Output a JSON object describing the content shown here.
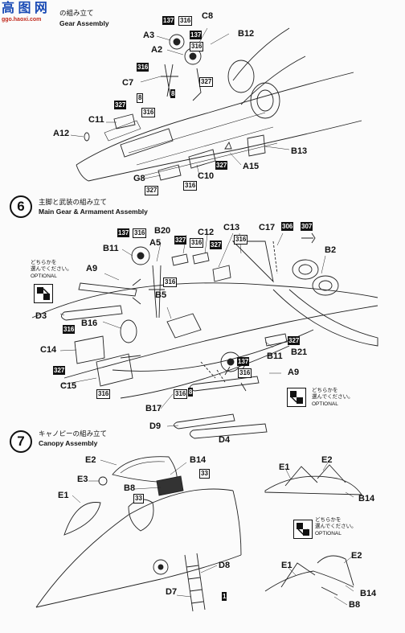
{
  "watermark": {
    "top": "高 图 网",
    "bottom": "ggo.haoxi.com"
  },
  "step5": {
    "title_jp": "の組み立て",
    "title_en": "Gear Assembly"
  },
  "step6": {
    "number": "6",
    "title_jp": "主脚と武装の組み立て",
    "title_en": "Main Gear & Armament Assembly"
  },
  "step7": {
    "number": "7",
    "title_jp": "キャノピーの組み立て",
    "title_en": "Canopy Assembly"
  },
  "option_text": {
    "jp1": "どちらかを",
    "jp2": "選んでください。",
    "en": "OPTIONAL"
  },
  "parts": {
    "A3": "A3",
    "A2": "A2",
    "C8": "C8",
    "B12": "B12",
    "C7": "C7",
    "C11": "C11",
    "A12": "A12",
    "B13": "B13",
    "A15": "A15",
    "G8": "G8",
    "C10": "C10",
    "B11": "B11",
    "A5": "A5",
    "B20": "B20",
    "C12": "C12",
    "C13": "C13",
    "C17": "C17",
    "B2": "B2",
    "A9": "A9",
    "B5": "B5",
    "D3": "D3",
    "B16": "B16",
    "C14": "C14",
    "C15": "C15",
    "B21": "B21",
    "A9b": "A9",
    "B17": "B17",
    "B11b": "B11",
    "D9": "D9",
    "D4": "D4",
    "E2": "E2",
    "B14": "B14",
    "E3": "E3",
    "B8": "B8",
    "E1": "E1",
    "D8": "D8",
    "D7": "D7",
    "E1r": "E1",
    "E2r": "E2",
    "B14r": "B14",
    "E1r2": "E1",
    "E2r2": "E2",
    "B14r2": "B14",
    "B8r": "B8"
  },
  "paints": {
    "p137": "137",
    "p316": "316",
    "p327": "327",
    "p8": "8",
    "p306": "306",
    "p307": "307",
    "p33": "33",
    "p1": "1"
  }
}
